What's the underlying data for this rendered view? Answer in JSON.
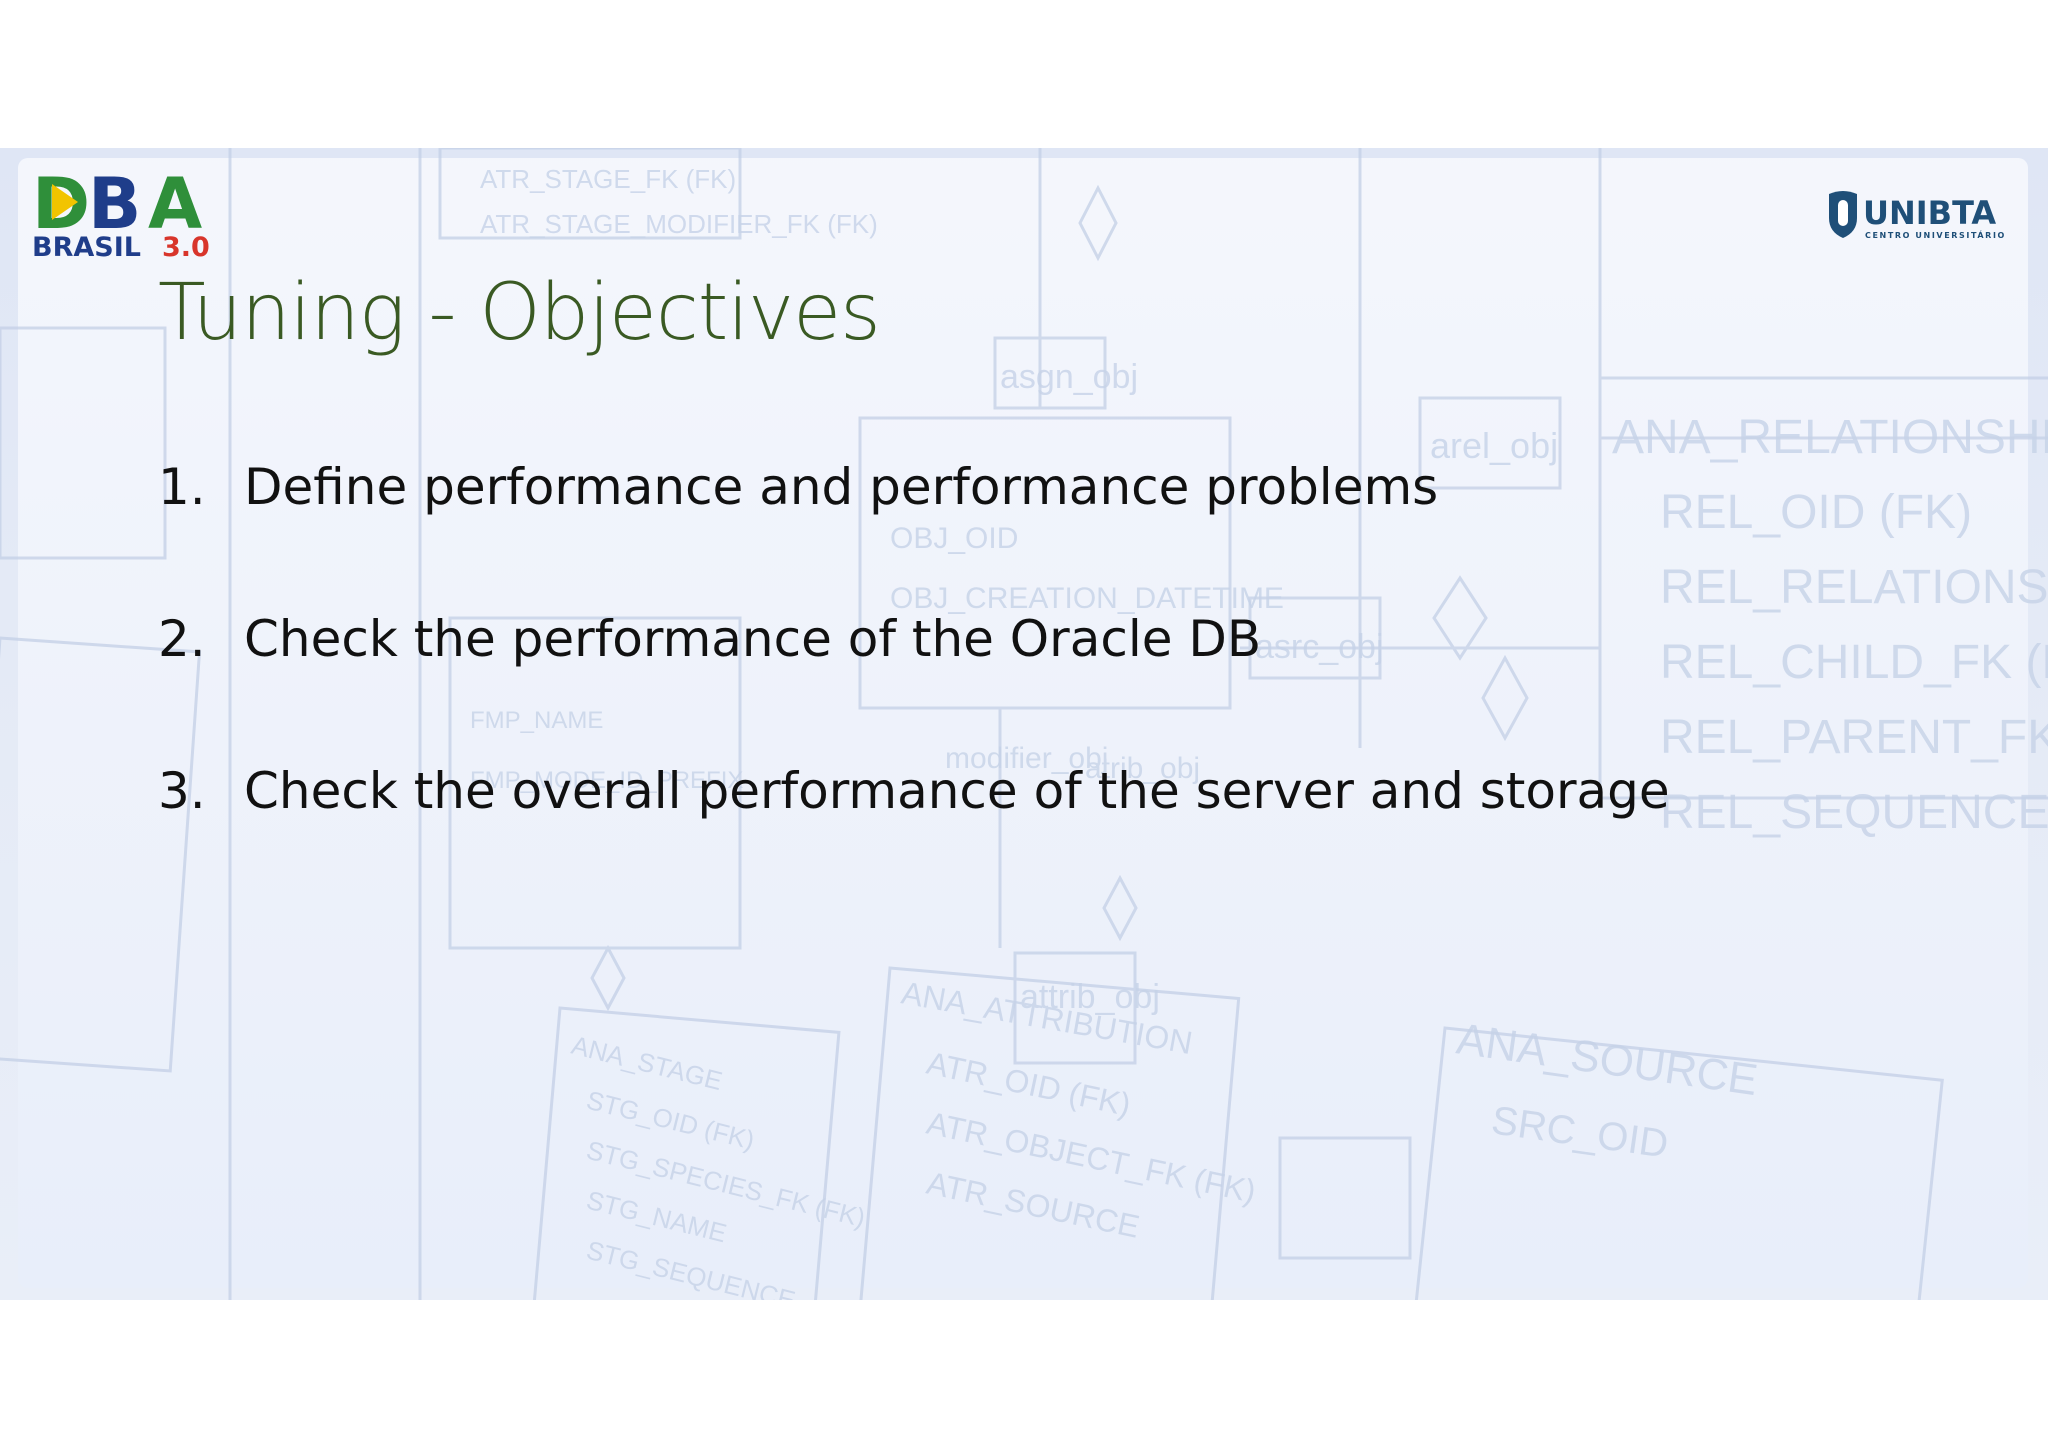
{
  "slide": {
    "title": "Tuning - Objectives",
    "items": [
      {
        "number": "1.",
        "text": "Define performance and performance problems"
      },
      {
        "number": "2.",
        "text": "Check the performance of the Oracle DB"
      },
      {
        "number": "3.",
        "text": "Check the overall performance of the server and storage"
      }
    ]
  },
  "logos": {
    "left": {
      "line1": "DBA",
      "line2_a": "BRASIL",
      "line2_b": "3.0"
    },
    "right": {
      "name": "UNIBTA",
      "subtitle": "CENTRO UNIVERSITÁRIO"
    }
  },
  "background_labels": [
    "ANA_RELATIONSHIP",
    "REL_OID (FK)",
    "REL_RELATIONSHI",
    "REL_CHILD_FK (FK",
    "REL_PARENT_FK (F",
    "REL_SEQUENCE",
    "ANA_SOURCE",
    "SRC_OID",
    "ANA_ATTRIBUTION",
    "ATR_OID (FK)",
    "ATR_OBJECT_FK (FK)",
    "ATR_SOURCE",
    "ANA_STAGE",
    "STG_OID (FK)",
    "STG_SPECIES_FK (FK)",
    "STG_NAME",
    "STG_SEQUENCE",
    "OBJ_OID",
    "OBJ_CREATION_DATETIME",
    "asgn_obj",
    "arel_obj",
    "asrc_obj",
    "attrib_obj",
    "modifier_obj",
    "atrib_obj",
    "ATR_STAGE_FK (FK)",
    "ATR_STAGE_MODIFIER_FK (FK)",
    "FMP_NAME",
    "FMP_MODE_ID_PREFIX"
  ],
  "colors": {
    "title": "#3a5a23",
    "body_text": "#111111",
    "dba_green": "#2f8f3a",
    "dba_yellow": "#f2c400",
    "dba_blue": "#1f3d8a",
    "dba_red": "#d8352b",
    "unibta_blue": "#1f4f78"
  }
}
